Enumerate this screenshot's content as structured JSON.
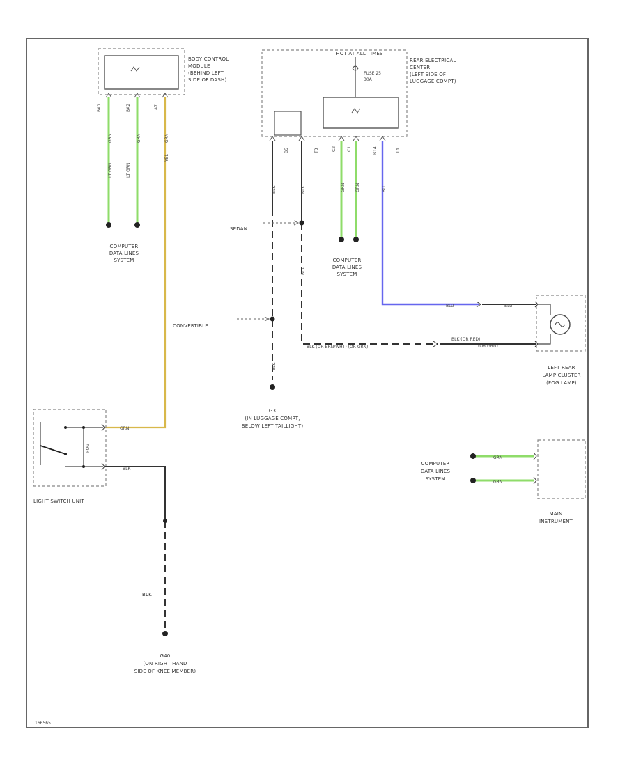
{
  "diagram": {
    "figure_id": "166565",
    "bcm": {
      "label": [
        "BODY CONTROL",
        "MODULE",
        "(BEHIND LEFT",
        "SIDE OF DASH)"
      ],
      "pins": [
        "BA1",
        "BA2",
        "A7"
      ],
      "wire_colors": [
        "GRN",
        "GRN",
        "GRN"
      ],
      "wire_labels": [
        "LT GRN",
        "LT GRN",
        "YEL"
      ],
      "data_lines": [
        "COMPUTER",
        "DATA LINES",
        "SYSTEM"
      ]
    },
    "rec": {
      "hot_label": "HOT AT ALL TIMES",
      "fuse": [
        "FUSE 25",
        "30A"
      ],
      "label": [
        "REAR ELECTRICAL",
        "CENTER",
        "(LEFT SIDE OF",
        "LUGGAGE COMPT)"
      ],
      "pins": [
        "B5",
        "T3",
        "C2",
        "C1",
        "B14",
        "T4"
      ],
      "wire_colors": [
        "BLK",
        "BLK",
        "GRN",
        "GRN",
        "BLU"
      ],
      "data_lines": [
        "COMPUTER",
        "DATA LINES",
        "SYSTEM"
      ]
    },
    "variants": {
      "sedan": "SEDAN",
      "convertible": "CONVERTIBLE"
    },
    "harness": {
      "blk_label": "BLK",
      "mid_label": "BLK   (OR BRN/WHT)   (OR GRN)",
      "right_label": [
        "BLK   (OR RED)",
        "(OR GRN)"
      ],
      "blu_labels": [
        "BLU",
        "BLU"
      ]
    },
    "ground_g3": [
      "G3",
      "(IN LUGGAGE COMPT,",
      "BELOW LEFT TAILLIGHT)"
    ],
    "lamp": {
      "label": [
        "LEFT REAR",
        "LAMP CLUSTER",
        "(FOG LAMP)"
      ]
    },
    "light_switch": {
      "label": "LIGHT SWITCH UNIT",
      "inner_label": "FOG",
      "wire_top": "GRN",
      "wire_bottom": "BLK"
    },
    "ground_g40": {
      "wire": "BLK",
      "label": [
        "G40",
        "(ON RIGHT HAND",
        "SIDE OF KNEE MEMBER)"
      ]
    },
    "main_instrument": {
      "data_lines": [
        "COMPUTER",
        "DATA LINES",
        "SYSTEM"
      ],
      "wire_colors": [
        "GRN",
        "GRN"
      ],
      "label": [
        "MAIN",
        "INSTRUMENT"
      ]
    },
    "colors": {
      "green": "#8fdc6a",
      "yellow": "#d8b84a",
      "blue": "#6666ee",
      "frame": "#666666"
    }
  }
}
